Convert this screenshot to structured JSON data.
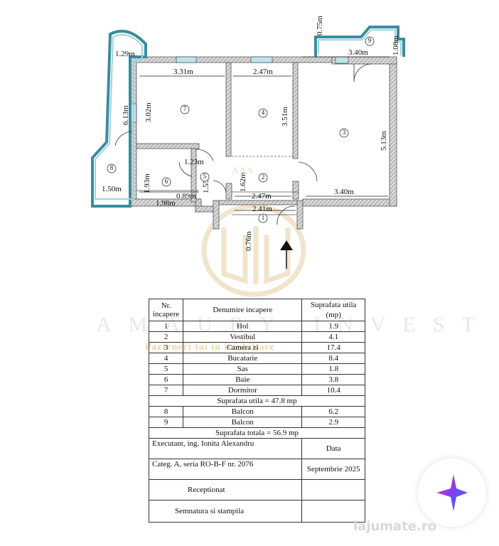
{
  "plan": {
    "dims": {
      "balcony8_top": "1.29m",
      "balcony8_side": "6.13m",
      "balcony8_bottom": "1.50m",
      "room7_width": "3.31m",
      "room7_height": "3.02m",
      "room4_width": "2.47m",
      "room4_height": "3.51m",
      "balcony9_height": "0.75m",
      "balcony9_width": "3.40m",
      "balcony9_side": "1.08m",
      "room3_height": "5.13m",
      "room3_bottom": "3.40m",
      "sas_width": "1.23m",
      "sas_height": "1.55m",
      "bath_height": "1.93m",
      "bath_width": "1.98m",
      "bath_door": "0.89m",
      "hall_height": "1.62m",
      "hall_width": "2.47m",
      "hol_width": "2.41m",
      "hol_height": "0.76m"
    },
    "rooms": [
      "1",
      "2",
      "3",
      "4",
      "5",
      "6",
      "7",
      "8",
      "9"
    ],
    "watermark": "AAA"
  },
  "table": {
    "headers": {
      "nr": "Nr. incapere",
      "name": "Denumire incapere",
      "area": "Suprafata utila (mp)"
    },
    "rows": [
      {
        "nr": "1",
        "name": "Hol",
        "area": "1.9"
      },
      {
        "nr": "2",
        "name": "Vestibul",
        "area": "4.1"
      },
      {
        "nr": "3",
        "name": "Camera zi",
        "area": "17.4"
      },
      {
        "nr": "4",
        "name": "Bucatarie",
        "area": "8.4"
      },
      {
        "nr": "5",
        "name": "Sas",
        "area": "1.8"
      },
      {
        "nr": "6",
        "name": "Baie",
        "area": "3.8"
      },
      {
        "nr": "7",
        "name": "Dormitor",
        "area": "10.4"
      }
    ],
    "useful_total": "Suprafata utila = 47.8 mp",
    "balcony_rows": [
      {
        "nr": "8",
        "name": "Balcon",
        "area": "6.2"
      },
      {
        "nr": "9",
        "name": "Balcon",
        "area": "2.9"
      }
    ],
    "grand_total": "Suprafata totala = 56.9 mp",
    "executant": "Executant, ing. Ionita Alexandru",
    "data_label": "Data",
    "categ": "Categ. A, seria RO-B-F nr. 2076",
    "date_value": "Septembrie 2025",
    "receptionat": "Receptionat",
    "semnatura": "Semnatura si stampila"
  },
  "watermark": {
    "line1": "AMAURY INVEST",
    "line2": "Parteneri tai in imobiliare"
  },
  "brand": {
    "site": "lajumate.ro"
  },
  "colors": {
    "wall_hatch": "#8a8a8a",
    "window": "#7fc8d8",
    "gold": "#c9a35a",
    "logo_purple": "#7b3ff2"
  }
}
